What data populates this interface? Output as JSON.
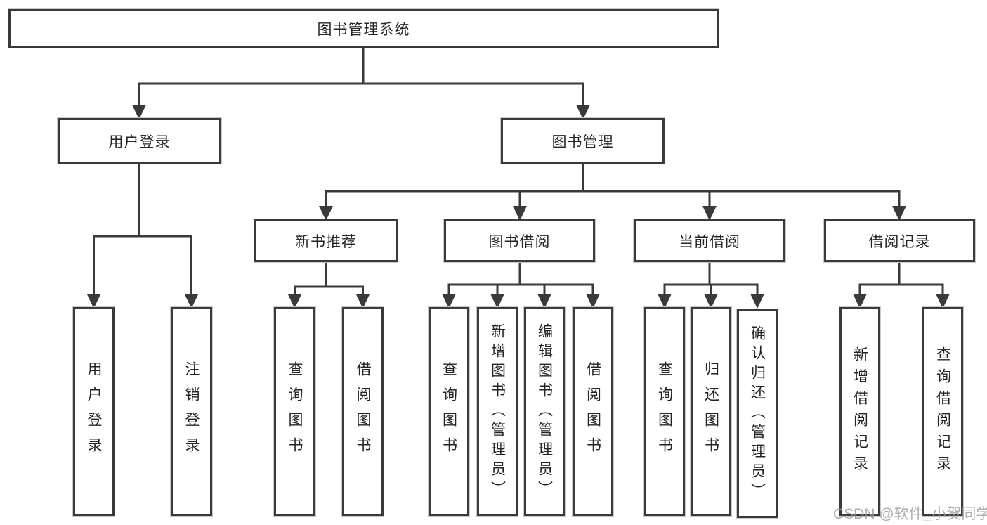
{
  "root": {
    "label": "图书管理系统"
  },
  "branches": {
    "user_login": {
      "label": "用户登录",
      "leaves": [
        {
          "label": "用户登录"
        },
        {
          "label": "注销登录"
        }
      ]
    },
    "book_mgmt": {
      "label": "图书管理",
      "groups": [
        {
          "label": "新书推荐",
          "leaves": [
            {
              "label": "查询图书"
            },
            {
              "label": "借阅图书"
            }
          ]
        },
        {
          "label": "图书借阅",
          "leaves": [
            {
              "label": "查询图书"
            },
            {
              "label": "新增图书（管理员）"
            },
            {
              "label": "编辑图书（管理员）"
            },
            {
              "label": "借阅图书"
            }
          ]
        },
        {
          "label": "当前借阅",
          "leaves": [
            {
              "label": "查询图书"
            },
            {
              "label": "归还图书"
            },
            {
              "label": "确认归还（管理员）"
            }
          ]
        },
        {
          "label": "借阅记录",
          "leaves": [
            {
              "label": "新增借阅记录"
            },
            {
              "label": "查询借阅记录"
            }
          ]
        }
      ]
    }
  },
  "watermark": {
    "text": "CSDN @软件_小贺同学"
  },
  "colors": {
    "line": "#3a3a3a",
    "text": "#242424",
    "background": "#ffffff",
    "watermark": "#8f8f8f"
  }
}
